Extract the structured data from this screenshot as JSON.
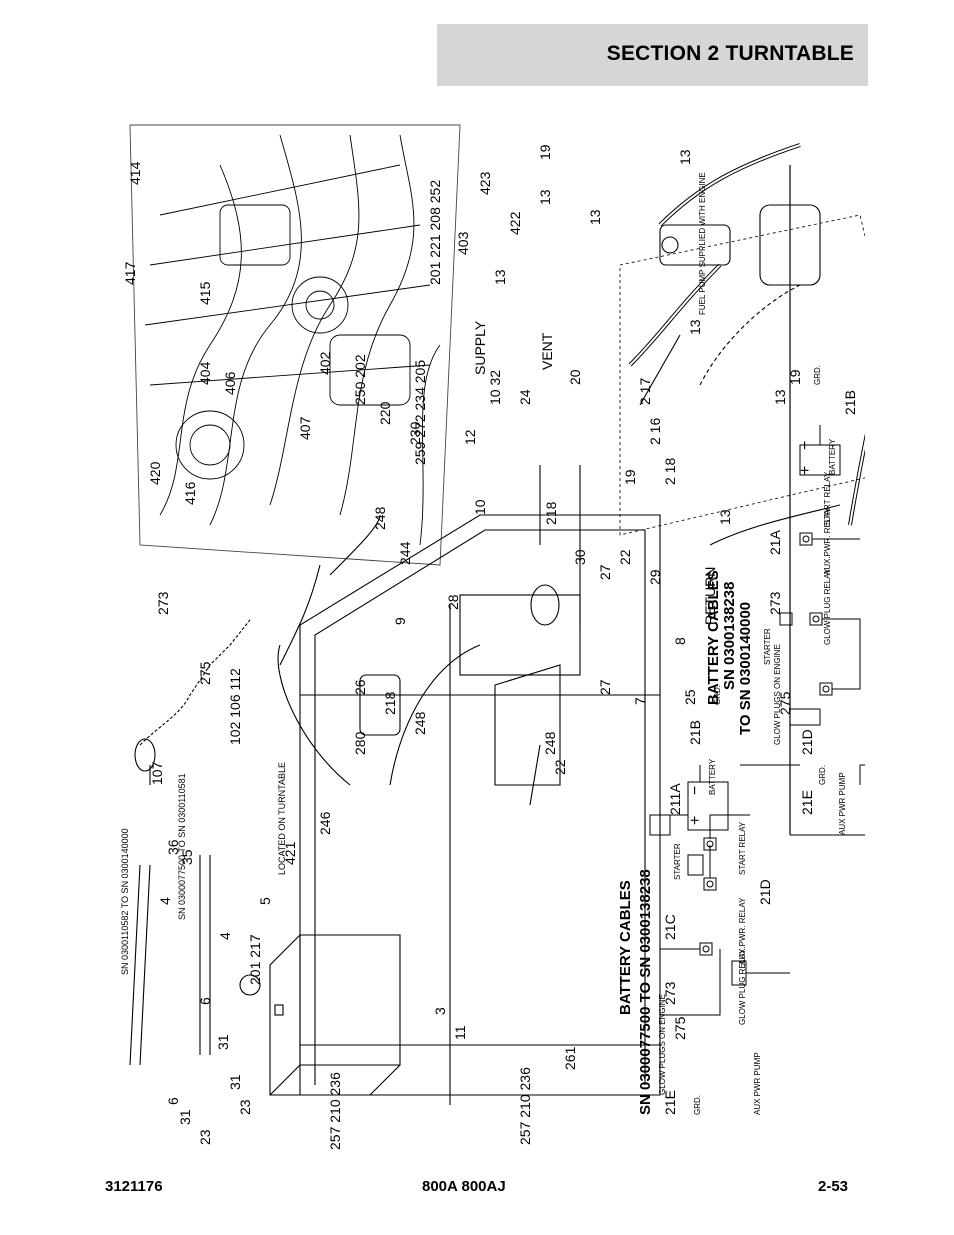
{
  "header": {
    "title": "SECTION 2   TURNTABLE"
  },
  "footer": {
    "doc_number": "3121176",
    "model": "800A 800AJ",
    "page": "2-53"
  },
  "diagram": {
    "part_numbers": {
      "p414": "414",
      "p417": "417",
      "p415": "415",
      "p404": "404",
      "p406": "406",
      "p420": "420",
      "p416": "416",
      "p273": "273",
      "p275": "275",
      "p102_106_112": "102 106 112",
      "p107": "107",
      "p421": "421",
      "p36": "36",
      "p35": "35",
      "p246": "246",
      "p280": "280",
      "p201_217": "201 217",
      "p5": "5",
      "p4a": "4",
      "p4b": "4",
      "p6a": "6",
      "p6b": "6",
      "p31a": "31",
      "p31b": "31",
      "p31c": "31",
      "p23a": "23",
      "p23b": "23",
      "p257_210_236a": "257 210 236",
      "p257_210_236b": "257 210 236",
      "p3": "3",
      "p11": "11",
      "p261": "261",
      "p423": "423",
      "p403": "403",
      "p402": "402",
      "p407": "407",
      "p250_202": "250 202",
      "p220": "220",
      "p230": "230",
      "p201_221_208_252": "201 221 208 252",
      "p259_272_234_205": "259 272 234 205",
      "p248a": "248",
      "p248b": "248",
      "p248c": "248",
      "p244": "244",
      "p9": "9",
      "p28": "28",
      "p10a": "10",
      "p10_32": "10 32",
      "p24": "24",
      "p12": "12",
      "p218a": "218",
      "p218b": "218",
      "p26": "26",
      "p30": "30",
      "p27a": "27",
      "p27b": "27",
      "p22a": "22",
      "p22b": "22",
      "p29": "29",
      "p8": "8",
      "p7": "7",
      "p25": "25",
      "p19a": "19",
      "p19b": "19",
      "p19c": "19",
      "p13a": "13",
      "p13b": "13",
      "p13c": "13",
      "p13d": "13",
      "p13e": "13",
      "p13f": "13",
      "p13g": "13",
      "p422": "422",
      "p20": "20",
      "p2_17": "2 17",
      "p2_16": "2 16",
      "p2_18": "2 18"
    },
    "text_labels": {
      "supply": "SUPPLY",
      "vent": "VENT",
      "return": "RETURN",
      "located_on_turntable": "LOCATED ON TURNTABLE",
      "fuel_pump_note": "FUEL PUMP SUPPLIED WITH ENGINE",
      "sn_range_a": "SN 0300110582 TO SN 0300140000",
      "sn_range_b": "SN 0300077500 TO SN 0300110581"
    },
    "schematic_a": {
      "title_line1": "BATTERY CABLES",
      "title_line2": "SN 0300077500 TO SN 0300138238",
      "refs": [
        "21E",
        "275",
        "273",
        "21C",
        "21D",
        "21B",
        "211A"
      ],
      "components": [
        "GLOW PLUGS ON ENGINE",
        "GRD.",
        "AUX PWR PUMP",
        "GLOW PLUG RELAY",
        "AUX.PWR. RELAY",
        "STARTER",
        "START RELAY",
        "BATTERY",
        "GRD."
      ]
    },
    "schematic_b": {
      "title_line1": "BATTERY CABLES",
      "title_line2": "SN 0300138238",
      "title_line3": "TO SN 0300140000",
      "refs": [
        "21E",
        "275",
        "21D",
        "273",
        "21A",
        "21B"
      ],
      "components": [
        "GRD.",
        "AUX PWR PUMP",
        "GLOW PLUGS ON ENGINE",
        "STARTER",
        "GLOW PLUG RELAY",
        "AUX.PWR. RELAY",
        "START RELAY",
        "BATTERY",
        "GRD."
      ]
    }
  }
}
